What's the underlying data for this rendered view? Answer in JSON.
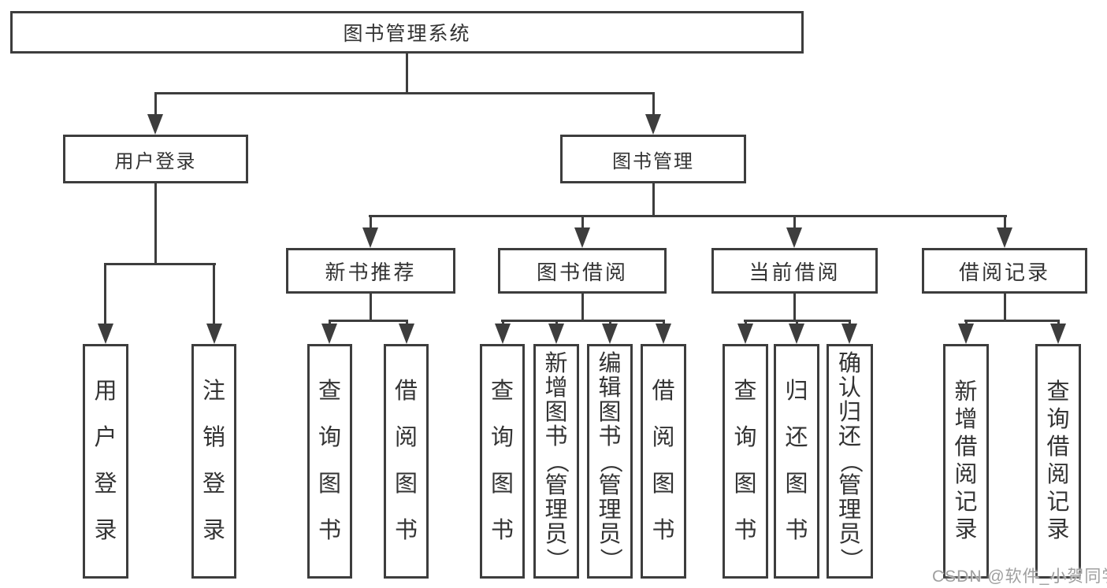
{
  "tree": {
    "label": "图书管理系统",
    "children": [
      {
        "label": "用户登录",
        "children": [
          {
            "label": "用户登录"
          },
          {
            "label": "注销登录"
          }
        ]
      },
      {
        "label": "图书管理",
        "children": [
          {
            "label": "新书推荐",
            "children": [
              {
                "label": "查询图书"
              },
              {
                "label": "借阅图书"
              }
            ]
          },
          {
            "label": "图书借阅",
            "children": [
              {
                "label": "查询图书"
              },
              {
                "label": "新增图书（管理员）"
              },
              {
                "label": "编辑图书（管理员）"
              },
              {
                "label": "借阅图书"
              }
            ]
          },
          {
            "label": "当前借阅",
            "children": [
              {
                "label": "查询图书"
              },
              {
                "label": "归还图书"
              },
              {
                "label": "确认归还（管理员）"
              }
            ]
          },
          {
            "label": "借阅记录",
            "children": [
              {
                "label": "新增借阅记录"
              },
              {
                "label": "查询借阅记录"
              }
            ]
          }
        ]
      }
    ]
  },
  "watermark": {
    "text": "CSDN @软件_小贺同学"
  },
  "colors": {
    "line": "#3d3d3d",
    "text": "#333333",
    "background": "#ffffff",
    "watermark": "#9f9f9f"
  }
}
